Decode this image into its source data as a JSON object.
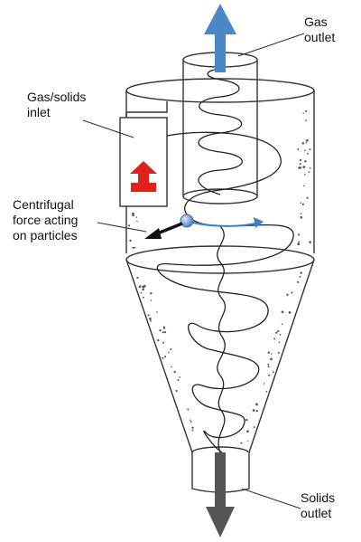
{
  "labels": {
    "gas_outlet": [
      "Gas",
      "outlet"
    ],
    "inlet": [
      "Gas/solids",
      "inlet"
    ],
    "force": [
      "Centrifugal",
      "force acting",
      "on particles"
    ],
    "solids_outlet": [
      "Solids",
      "outlet"
    ]
  },
  "icons": {
    "gas_arrow": "up-arrow-icon",
    "inlet_arrow": "red-up-arrow-icon",
    "solids_arrow": "down-arrow-icon",
    "force_arrow": "black-arrow-icon",
    "particle": "particle-icon"
  },
  "colors": {
    "gas_arrow": "#4a86c8",
    "inlet_arrow": "#e0201c",
    "solids_arrow": "#555555",
    "rotation_arrow": "#3d7fc4",
    "particle": "#6d9fd6",
    "outline": "#333333"
  }
}
